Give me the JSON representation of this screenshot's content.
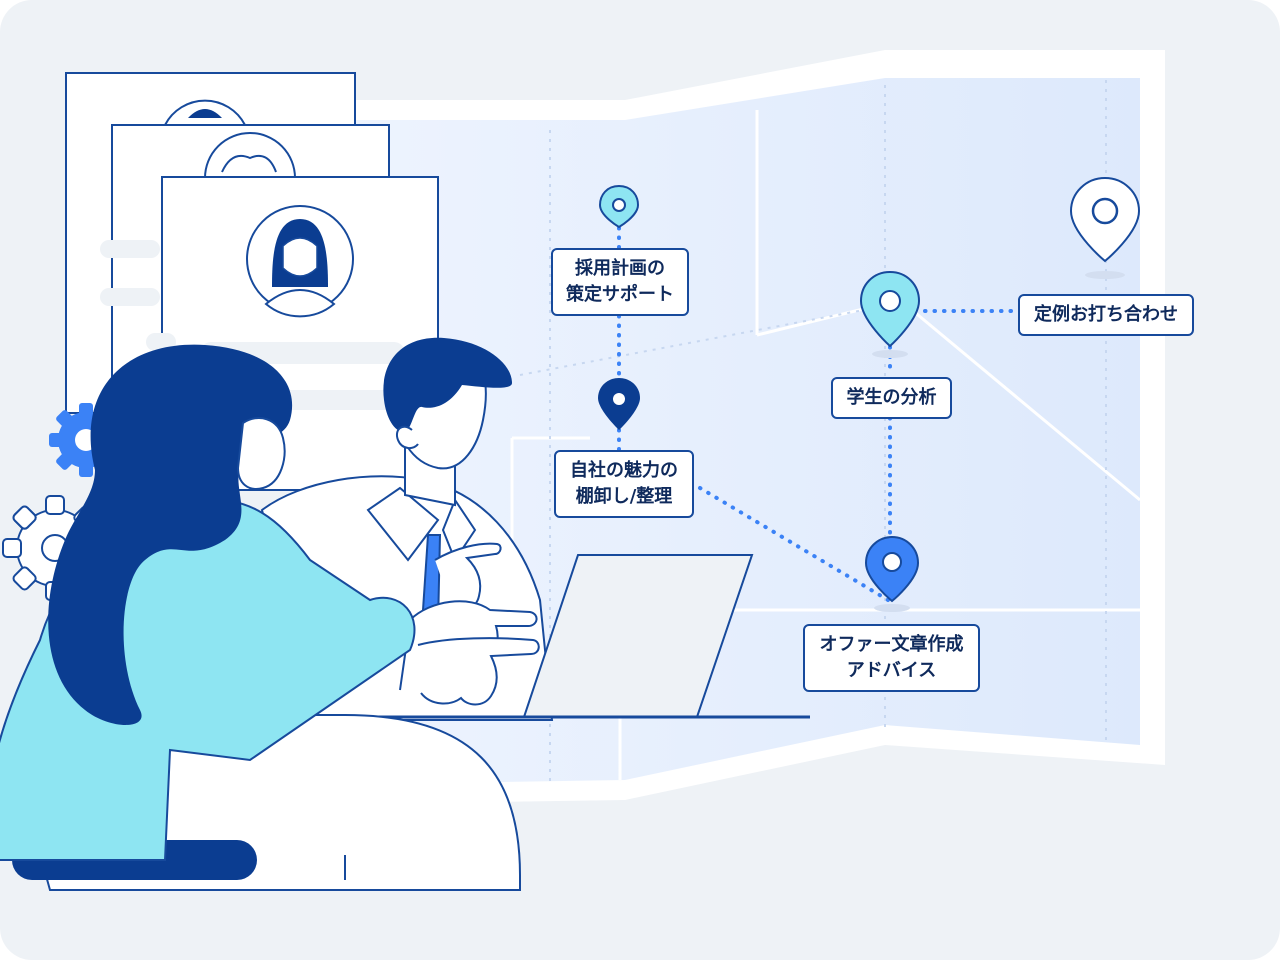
{
  "labels": {
    "recruitment_plan": [
      "採用計画の",
      "策定サポート"
    ],
    "regular_meeting": "定例お打ち合わせ",
    "student_analysis": "学生の分析",
    "company_appeal": [
      "自社の魅力の",
      "棚卸し/整理"
    ],
    "offer_advice": [
      "オファー文章作成",
      "アドバイス"
    ]
  },
  "colors": {
    "background": "#eef2f6",
    "map_fill": "#e3edfc",
    "navy": "#0b3d91",
    "accent_blue": "#3b82f6",
    "cyan": "#8ee5f2",
    "outline": "#174a9c"
  },
  "icons": [
    "map-pin-icon",
    "gear-icon",
    "profile-avatar-icon",
    "laptop-icon"
  ]
}
